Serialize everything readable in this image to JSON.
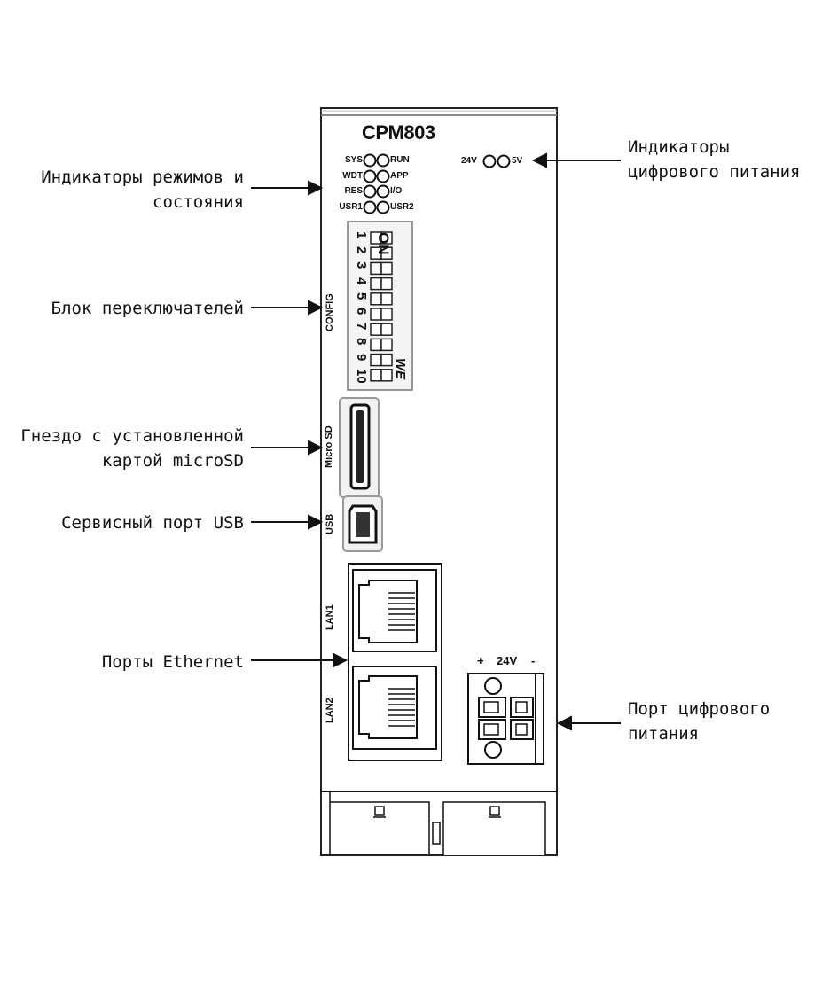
{
  "device": {
    "model": "CPM803",
    "leds_left": [
      "SYS",
      "WDT",
      "RES",
      "USR1"
    ],
    "leds_right": [
      "RUN",
      "APP",
      "I/O",
      "USR2"
    ],
    "power_leds": {
      "left": "24V",
      "right": "5V"
    },
    "dip_header": "ON",
    "dip_numbers": [
      "1",
      "2",
      "3",
      "4",
      "5",
      "6",
      "7",
      "8",
      "9",
      "10"
    ],
    "dip_brand": "WE",
    "config_label": "CONFIG",
    "sd_label": "Micro SD",
    "usb_label": "USB",
    "lan1_label": "LAN1",
    "lan2_label": "LAN2",
    "power_plus": "+",
    "power_voltage": "24V",
    "power_minus": "-"
  },
  "callouts": {
    "status_leds": [
      "Индикаторы режимов и",
      "состояния"
    ],
    "power_leds": [
      "Индикаторы",
      "цифрового питания"
    ],
    "switch_block": [
      "Блок переключателей"
    ],
    "sd_slot": [
      "Гнездо с установленной",
      "картой microSD"
    ],
    "usb_port": [
      "Сервисный порт USB"
    ],
    "ethernet": [
      "Порты Ethernet"
    ],
    "power_port": [
      "Порт цифрового",
      "питания"
    ]
  }
}
